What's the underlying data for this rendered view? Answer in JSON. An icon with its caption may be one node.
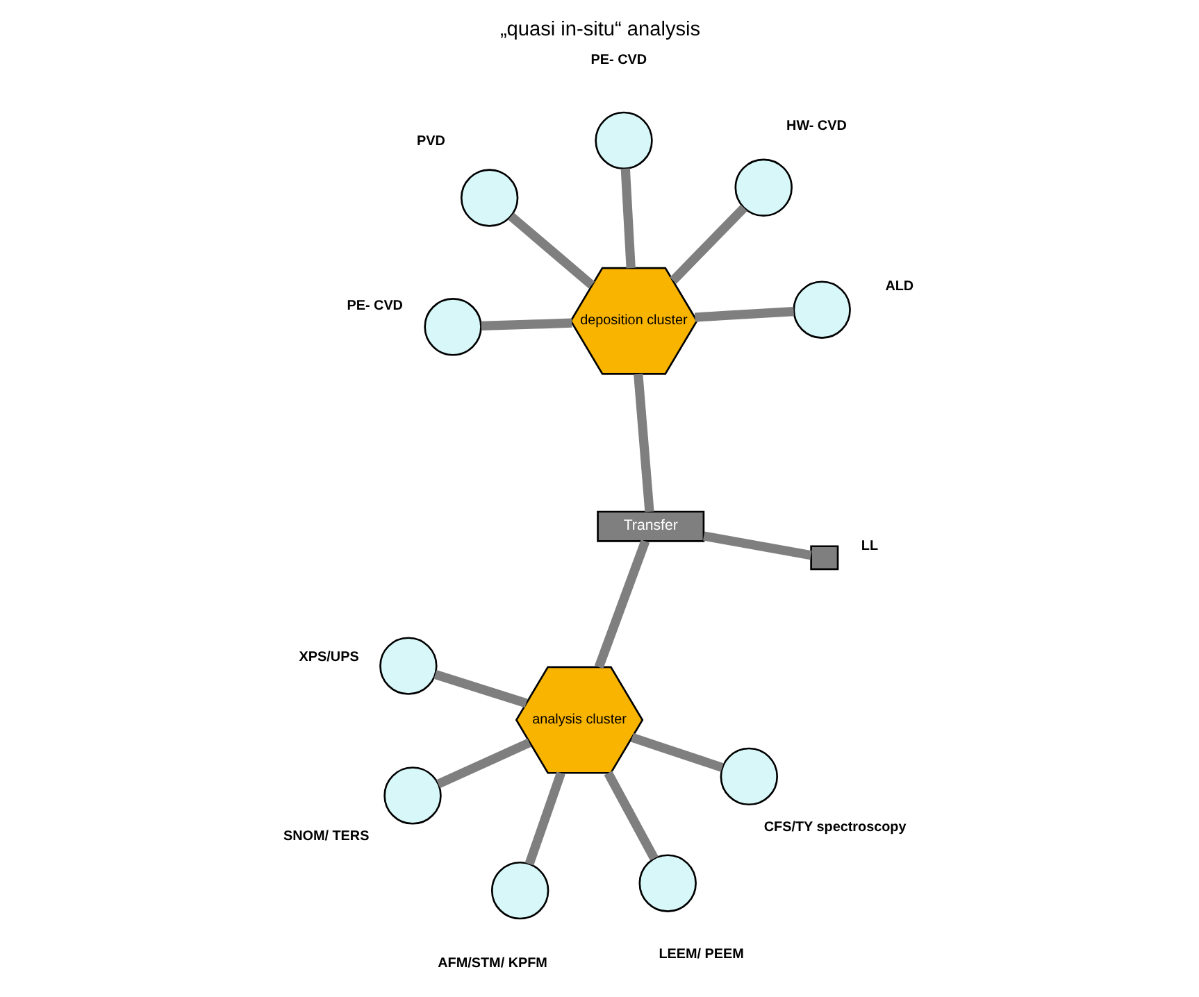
{
  "diagram": {
    "title": "„quasi in-situ“ analysis",
    "nodes": [
      {
        "text": [
          "analysis cluster"
        ]
      },
      {
        "text": [],
        "shape": "circle",
        "beside": [
          "LEEM/ PEEM"
        ]
      },
      {
        "text": [],
        "shape": "circle",
        "beside": [
          "XPS/UPS"
        ]
      },
      {
        "text": [],
        "shape": "circle",
        "beside": [
          "SNOM/ TERS"
        ]
      },
      {
        "text": [],
        "shape": "circle",
        "beside": [
          "CFS/TY spectroscopy"
        ]
      },
      {
        "text": [],
        "shape": "circle",
        "beside": [
          "AFM/STM/ KPFM"
        ]
      },
      {
        "text": [
          "Transfer"
        ]
      },
      {
        "text": [],
        "shape": "box",
        "beside": [
          "LL"
        ]
      },
      {
        "text": [
          "deposition cluster"
        ]
      },
      {
        "text": [],
        "shape": "circle",
        "beside": [
          "ALD"
        ]
      },
      {
        "text": [],
        "shape": "circle",
        "beside": [
          "PVD"
        ]
      },
      {
        "text": [],
        "shape": "circle",
        "beside": [
          "PE- CVD"
        ]
      },
      {
        "text": [],
        "shape": "circle",
        "beside": [
          "HW- CVD"
        ]
      },
      {
        "text": [],
        "shape": "circle",
        "beside": [
          "PE- CVD"
        ]
      }
    ],
    "edges": [
      {
        "from": 0,
        "to": 1,
        "arrow": "none"
      },
      {
        "from": 0,
        "to": 2,
        "arrow": "none"
      },
      {
        "from": 0,
        "to": 3,
        "arrow": "none"
      },
      {
        "from": 0,
        "to": 4,
        "arrow": "none"
      },
      {
        "from": 0,
        "to": 5,
        "arrow": "none"
      },
      {
        "from": 0,
        "to": 6,
        "arrow": "none"
      },
      {
        "from": 6,
        "to": 7,
        "arrow": "none"
      },
      {
        "from": 6,
        "to": 8,
        "arrow": "none"
      },
      {
        "from": 8,
        "to": 9,
        "arrow": "none"
      },
      {
        "from": 8,
        "to": 10,
        "arrow": "none"
      },
      {
        "from": 8,
        "to": 11,
        "arrow": "none"
      },
      {
        "from": 8,
        "to": 12,
        "arrow": "none"
      },
      {
        "from": 8,
        "to": 13,
        "arrow": "none"
      }
    ]
  }
}
